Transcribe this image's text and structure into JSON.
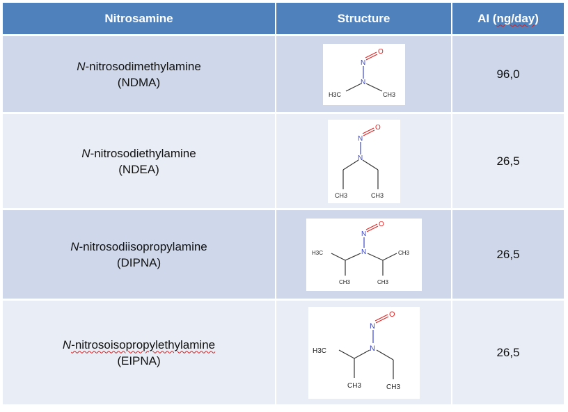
{
  "table": {
    "headers": {
      "nitrosamine": "Nitrosamine",
      "structure": "Structure",
      "ai_prefix": "AI (",
      "ai_unit": "ng/day",
      "ai_suffix": ")"
    },
    "rows": [
      {
        "name_prefix": "N",
        "name_rest": "-nitrosodimethylamine",
        "abbr": "(NDMA)",
        "ai": "96,0"
      },
      {
        "name_prefix": "N",
        "name_rest": "-nitrosodiethylamine",
        "abbr": "(NDEA)",
        "ai": "26,5"
      },
      {
        "name_prefix": "N",
        "name_rest": "-nitrosodiisopropylamine",
        "abbr": "(DIPNA)",
        "ai": "26,5"
      },
      {
        "name_prefix": "N",
        "name_rest": "-nitrosoisopropylethylamine",
        "abbr": "(EIPNA)",
        "ai": "26,5"
      }
    ]
  },
  "structure_labels": {
    "n": "N",
    "o": "O",
    "h3c": "H3C",
    "ch3": "CH3"
  },
  "colors": {
    "header_bg": "#4f81bd",
    "row_dark": "#cfd8ea",
    "row_light": "#e9edf5",
    "nitrogen": "#3a46c8",
    "oxygen": "#e02828",
    "bond": "#333333"
  }
}
